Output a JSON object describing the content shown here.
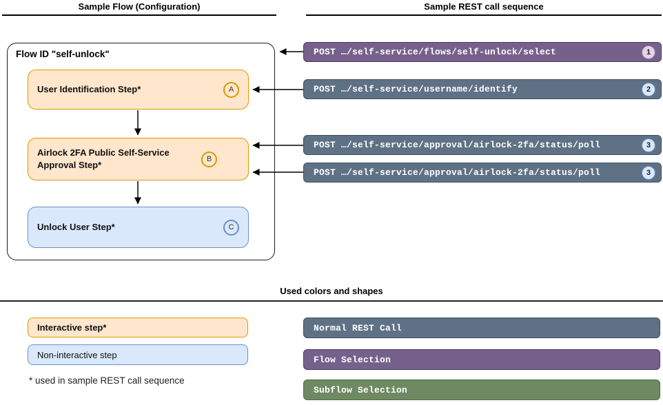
{
  "headers": {
    "left": "Sample Flow (Configuration)",
    "right": "Sample REST call sequence",
    "legend": "Used colors and shapes"
  },
  "flow": {
    "container_label": "Flow ID \"self-unlock\"",
    "steps": [
      {
        "label": "User Identification Step*",
        "badge": "A",
        "type": "interactive"
      },
      {
        "label": "Airlock 2FA Public Self-Service Approval Step*",
        "badge": "B",
        "type": "interactive"
      },
      {
        "label": "Unlock User Step*",
        "badge": "C",
        "type": "non-interactive"
      }
    ]
  },
  "rest": {
    "calls": [
      {
        "label": "POST …/self-service/flows/self-unlock/select",
        "badge": "1",
        "type": "flow-selection"
      },
      {
        "label": "POST …/self-service/username/identify",
        "badge": "2",
        "type": "normal"
      },
      {
        "label": "POST …/self-service/approval/airlock-2fa/status/poll",
        "badge": "3",
        "type": "normal"
      },
      {
        "label": "POST …/self-service/approval/airlock-2fa/status/poll",
        "badge": "3",
        "type": "normal"
      }
    ]
  },
  "legend": {
    "interactive": "Interactive step*",
    "non_interactive": "Non-interactive step",
    "footnote": "* used in sample REST call sequence",
    "normal_rest": "Normal REST Call",
    "flow_selection": "Flow Selection",
    "subflow_selection": "Subflow Selection"
  },
  "colors": {
    "interactive_fill": "#ffe6cc",
    "interactive_border": "#d79b00",
    "non_interactive_fill": "#dae8fc",
    "non_interactive_border": "#6c8ebf",
    "normal_rest_fill": "#5f7185",
    "flow_selection_fill": "#76618c",
    "subflow_selection_fill": "#6f8a62",
    "badge_purple_fill": "#e1d5e7",
    "badge_blue_fill": "#dae8fc",
    "arrow": "#000000"
  }
}
